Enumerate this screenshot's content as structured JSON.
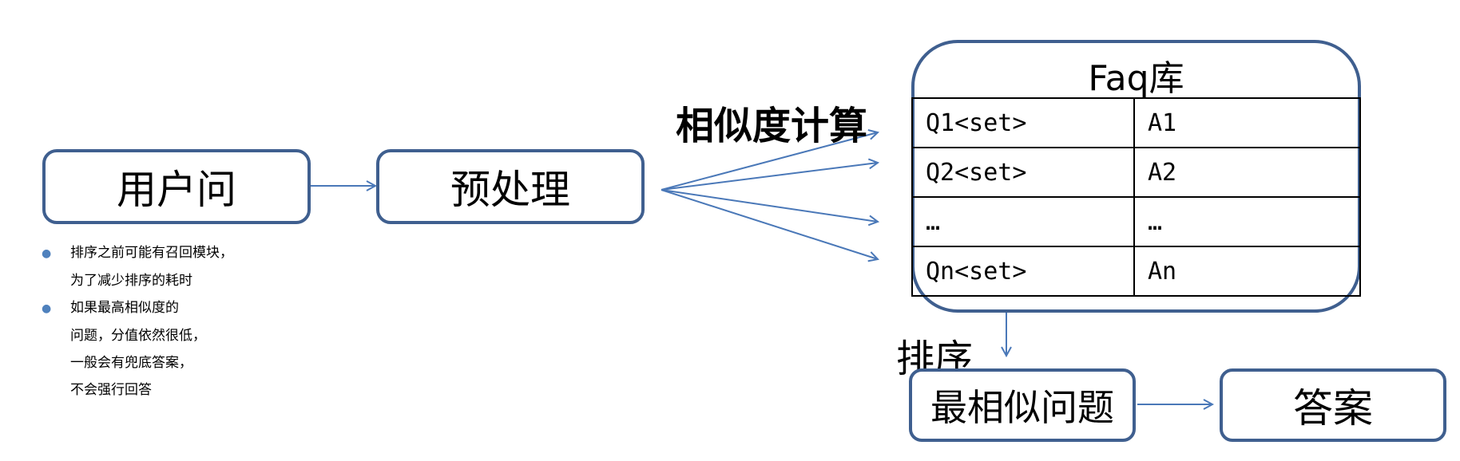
{
  "colors": {
    "box_border": "#3f5f8f",
    "arrow": "#4a78b8",
    "bullet": "#4f81bd"
  },
  "nodes": {
    "user_question": "用户问",
    "preprocess": "预处理",
    "most_similar": "最相似问题",
    "answer": "答案"
  },
  "faq": {
    "title": "Faq库",
    "rows": [
      {
        "q": "Q1<set>",
        "a": "A1"
      },
      {
        "q": "Q2<set>",
        "a": "A2"
      },
      {
        "q": "…",
        "a": "…"
      },
      {
        "q": "Qn<set>",
        "a": "An"
      }
    ]
  },
  "labels": {
    "similarity": "相似度计算",
    "sort": "排序"
  },
  "notes": [
    {
      "bullet": true,
      "text": "排序之前可能有召回模块，"
    },
    {
      "bullet": false,
      "text": "为了减少排序的耗时"
    },
    {
      "bullet": true,
      "text": "如果最高相似度的"
    },
    {
      "bullet": false,
      "text": "问题，分值依然很低，"
    },
    {
      "bullet": false,
      "text": "一般会有兜底答案，"
    },
    {
      "bullet": false,
      "text": "不会强行回答"
    }
  ]
}
